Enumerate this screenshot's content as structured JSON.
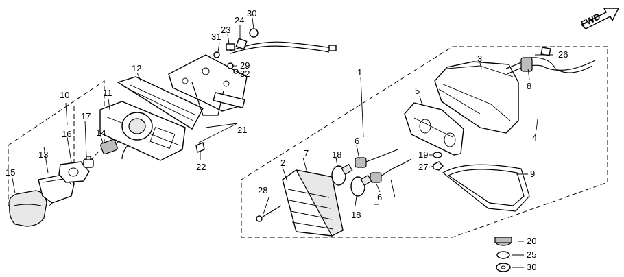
{
  "direction_label": "FWD",
  "callouts": {
    "c1": "1",
    "c2": "2",
    "c3": "3",
    "c4": "4",
    "c5": "5",
    "c6a": "6",
    "c6b": "6",
    "c7": "7",
    "c8": "8",
    "c9": "9",
    "c10": "10",
    "c11": "11",
    "c12": "12",
    "c13": "13",
    "c14": "14",
    "c15": "15",
    "c16": "16",
    "c17": "17",
    "c18a": "18",
    "c18b": "18",
    "c19": "19",
    "c20": "20",
    "c21": "21",
    "c22": "22",
    "c23": "23",
    "c24": "24",
    "c25": "25",
    "c26": "26",
    "c27": "27",
    "c28": "28",
    "c29": "29",
    "c30a": "30",
    "c30b": "30",
    "c31": "31",
    "c32": "32"
  },
  "icons": {
    "direction_arrow": "fwd-arrow-icon"
  }
}
